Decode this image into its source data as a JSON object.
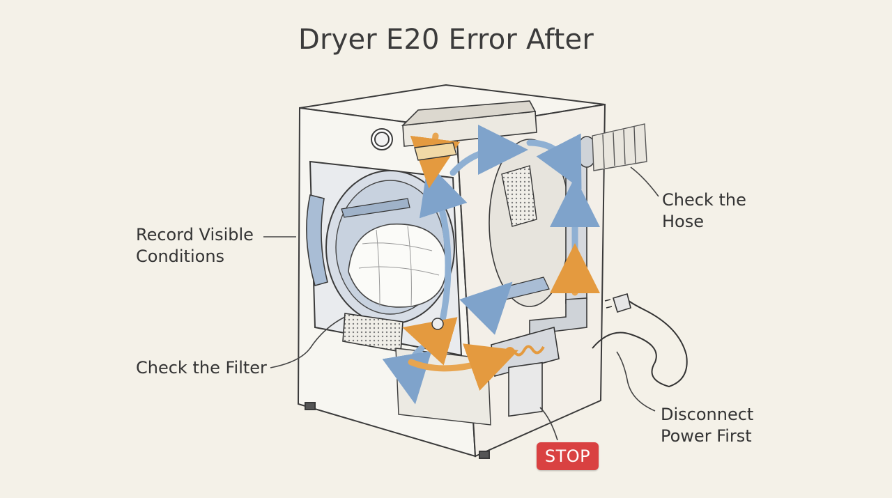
{
  "title": "Dryer E20 Error After",
  "labels": {
    "record_line1": "Record Visible",
    "record_line2": "Conditions",
    "hose_line1": "Check the",
    "hose_line2": "Hose",
    "filter": "Check the Filter",
    "power_line1": "Disconnect",
    "power_line2": "Power First",
    "stop": "STOP"
  },
  "colors": {
    "background": "#f4f1e8",
    "stop_badge": "#d94141",
    "airflow_cool": "#8fb0d3",
    "airflow_hot": "#e8a550"
  }
}
